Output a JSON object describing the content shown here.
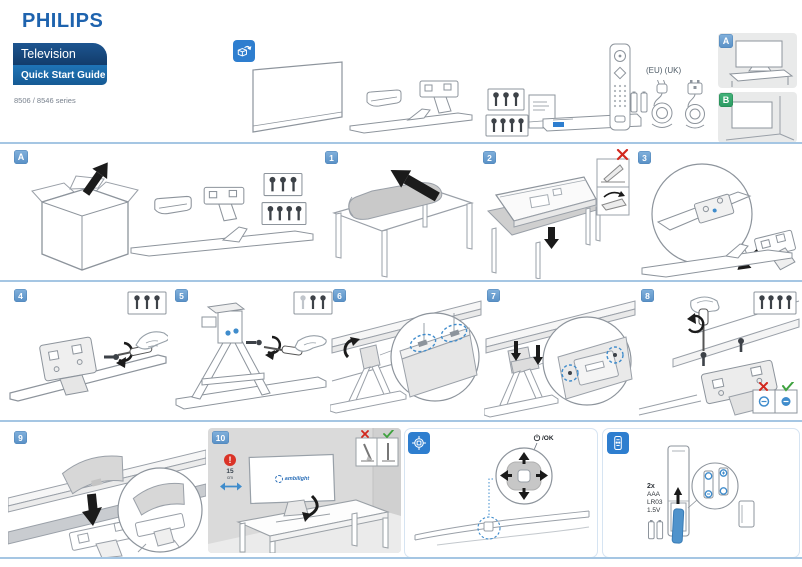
{
  "brand": {
    "logo": "PHILIPS",
    "product": "Television",
    "guide": "Quick Start Guide",
    "series": "8506 / 8546 series"
  },
  "contents": {
    "eu_uk_label": "(EU) (UK)"
  },
  "variants": {
    "stand": "A",
    "wall": "B"
  },
  "assembly_section": {
    "label": "A"
  },
  "steps": [
    "1",
    "2",
    "3",
    "4",
    "5",
    "6",
    "7",
    "8",
    "9",
    "10"
  ],
  "step10": {
    "warning": "!",
    "distance": "15",
    "unit": "cm",
    "ambilight": "ambilight"
  },
  "controls": {
    "power_ok_label": "/OK"
  },
  "battery": {
    "qty": "2x",
    "size": "AAA",
    "model": "LR03",
    "voltage": "1.5V"
  },
  "icons": {
    "unbox-icon": "open-box-with-arrow",
    "joystick-icon": "target-crosshair",
    "remote-icon": "remote-control",
    "power-icon": "power-symbol",
    "error-icon": "x-mark",
    "ok-icon": "check-mark",
    "warning-icon": "exclamation"
  },
  "colors": {
    "philips_blue": "#1e63ae",
    "band_dark": "#17497e",
    "band_light": "#1a6cb0",
    "badge_blue": "#5d97cc",
    "badge_green": "#33a56c",
    "accent_blue": "#3f8ccc",
    "error_red": "#d2281e",
    "ok_green": "#3fa23f",
    "divider_blue": "#a5c6e3"
  }
}
